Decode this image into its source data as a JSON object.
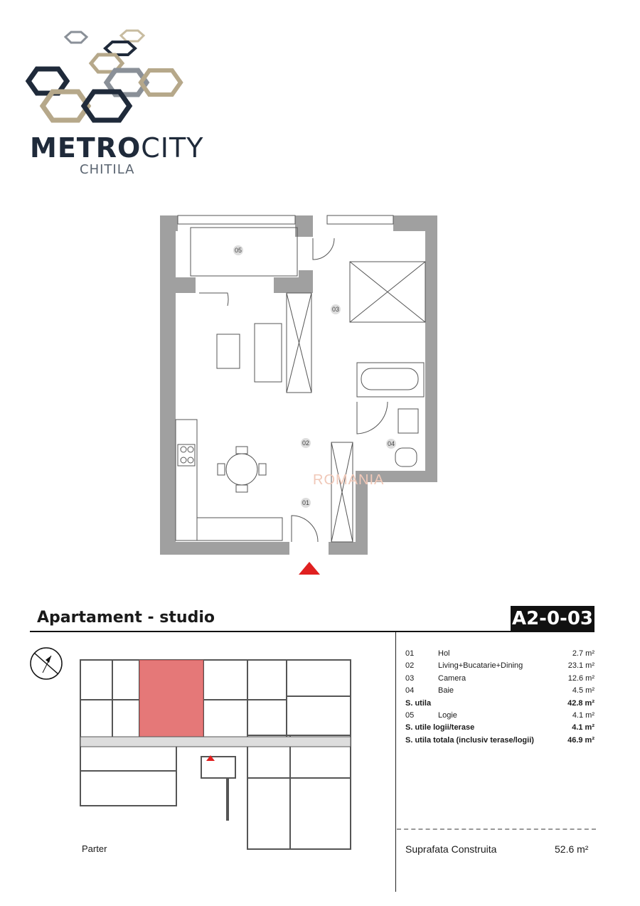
{
  "brand": {
    "name_part1": "METRO",
    "name_part2": "CITY",
    "location": "CHITILA"
  },
  "plan": {
    "rooms": {
      "r01": "01",
      "r02": "02",
      "r03": "03",
      "r04": "04",
      "r05": "05"
    },
    "watermark": "ROMANIA"
  },
  "apartment": {
    "type": "Apartament - studio",
    "code": "A2-0-03"
  },
  "keyplan": {
    "floor": "Parter"
  },
  "areas": [
    {
      "num": "01",
      "name": "Hol",
      "value": "2.7 m²",
      "bold": false
    },
    {
      "num": "02",
      "name": "Living+Bucatarie+Dining",
      "value": "23.1 m²",
      "bold": false
    },
    {
      "num": "03",
      "name": "Camera",
      "value": "12.6 m²",
      "bold": false
    },
    {
      "num": "04",
      "name": "Baie",
      "value": "4.5 m²",
      "bold": false
    },
    {
      "num": "",
      "name": "S. utila",
      "value": "42.8 m²",
      "bold": true
    },
    {
      "num": "05",
      "name": "Logie",
      "value": "4.1 m²",
      "bold": false
    },
    {
      "num": "",
      "name": "S. utile logii/terase",
      "value": "4.1 m²",
      "bold": true
    },
    {
      "num": "",
      "name": "S. utila totala (inclusiv terase/logii)",
      "value": "46.9 m²",
      "bold": true
    }
  ],
  "built": {
    "label": "Suprafata Construita",
    "value": "52.6 m²"
  },
  "colors": {
    "hex_navy": "#1f2a3a",
    "hex_gold": "#b6a88a",
    "hex_grey": "#8a9098",
    "wall": "#a0a0a0",
    "highlight": "#e06060",
    "entrance": "#e02020"
  }
}
